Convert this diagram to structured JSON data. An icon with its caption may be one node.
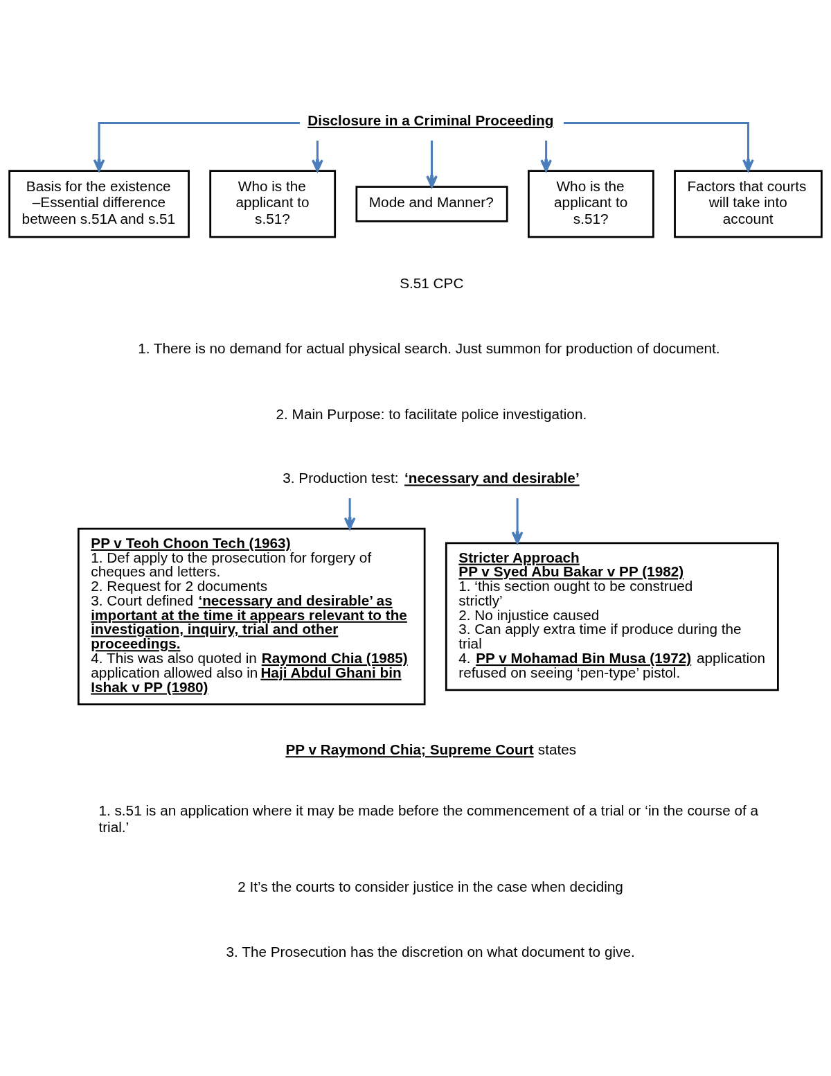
{
  "diagram": {
    "nodes": [
      {
        "text": [
          "Disclosure in a Criminal Proceeding"
        ]
      },
      {
        "text": [
          "Basis for the existence –Essential difference between s.51A and s.51"
        ]
      },
      {
        "text": [
          "Who is the applicant to s.51?"
        ]
      },
      {
        "text": [
          "Mode and Manner?"
        ]
      },
      {
        "text": [
          "Who is the applicant to s.51?"
        ]
      },
      {
        "text": [
          "Factors that courts will take into account"
        ]
      },
      {
        "text": [
          "3. Production test: **‘necessary and desirable’**"
        ]
      },
      {
        "text": [
          "PP v Teoh Choon Tech (1963)",
          "1. Def apply to the prosecution for forgery of cheques and letters.",
          "2. Request for 2 documents",
          "3. Court defined **‘necessary and desirable’ as important at the time it appears relevant to the investigation, inquiry, trial and other proceedings.**",
          "4. This was also quoted in **Raymond Chia (1985)** application allowed also in **Haji Abdul Ghani bin Ishak v PP (1980)**"
        ]
      },
      {
        "text": [
          "Stricter Approach",
          "PP v Syed Abu Bakar v PP (1982)",
          "1. ‘this section ought to be construed strictly’",
          "2. No injustice caused",
          "3. Can apply extra time if produce during the trial",
          "4. **PP v Mohamad Bin Musa (1972)** application refused on seeing ‘pen-type’ pistol."
        ]
      }
    ],
    "edges": [
      {
        "from": 0,
        "to": 1,
        "arrow": "to"
      },
      {
        "from": 0,
        "to": 2,
        "arrow": "to"
      },
      {
        "from": 0,
        "to": 3,
        "arrow": "to"
      },
      {
        "from": 0,
        "to": 4,
        "arrow": "to"
      },
      {
        "from": 0,
        "to": 5,
        "arrow": "to"
      },
      {
        "from": 6,
        "to": 7,
        "arrow": "to"
      },
      {
        "from": 6,
        "to": 8,
        "arrow": "to"
      }
    ],
    "labels": [
      "S.51 CPC",
      "1. There is no demand for actual physical search. Just summon for production of document.",
      "2. Main Purpose: to facilitate police investigation.",
      "**PP v Raymond Chia; Supreme Court** states",
      "1. s.51 is an application where it may be made before the commencement of a trial or ‘in the course of a trial.’",
      "2 It’s the courts to consider justice in the case when deciding",
      "3. The Prosecution has the discretion on what document to give."
    ]
  }
}
